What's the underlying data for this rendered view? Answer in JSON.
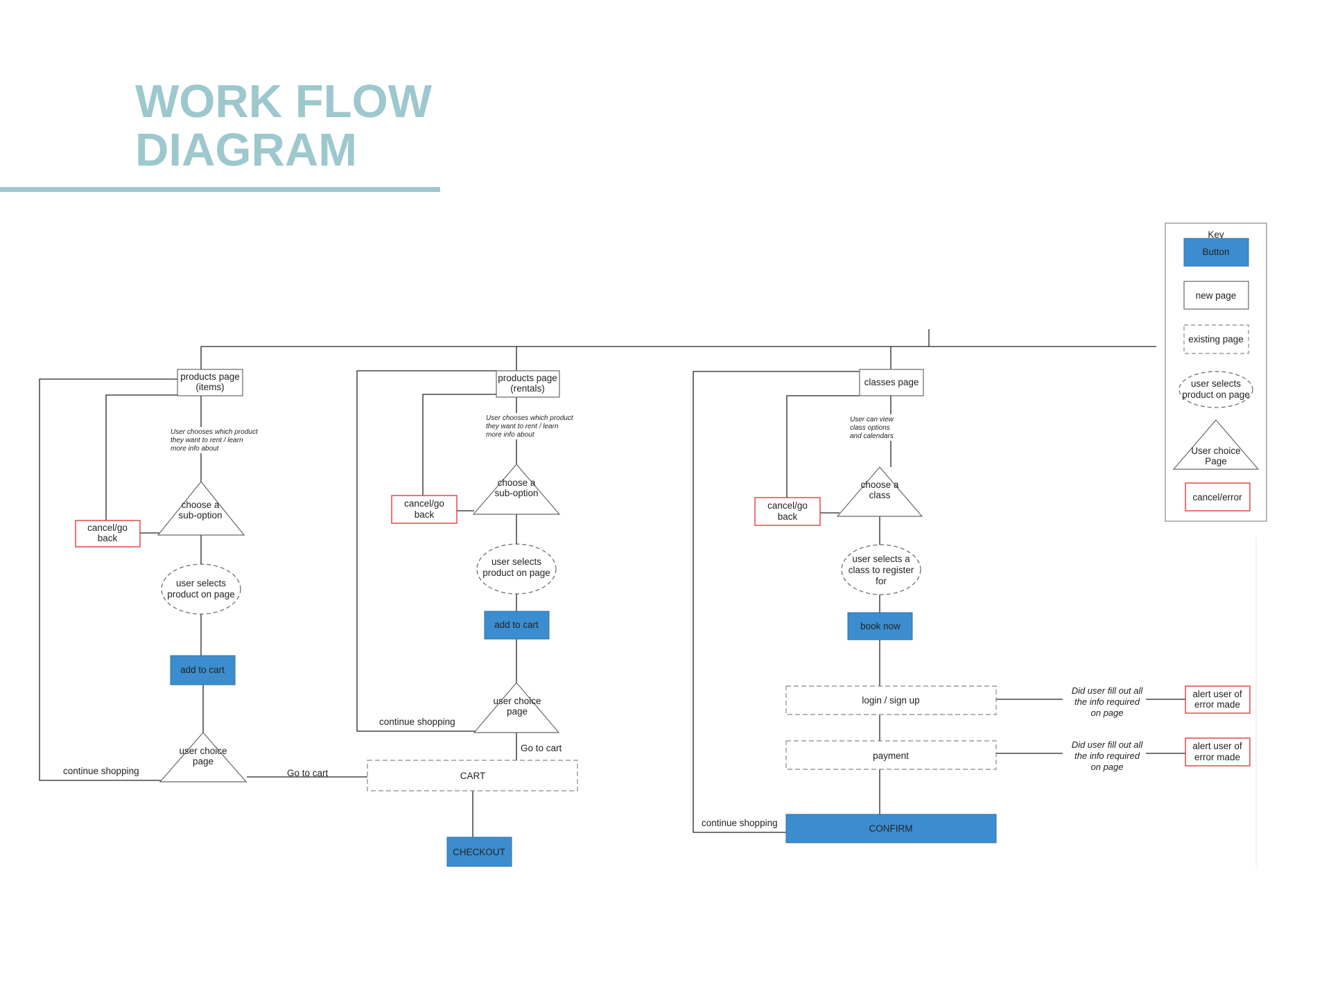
{
  "title": {
    "line1": "WORK FLOW",
    "line2": "DIAGRAM"
  },
  "colors": {
    "title": "#9dc8cd",
    "button_fill": "#3c8dcf",
    "button_stroke": "#2b6ea3",
    "error_stroke": "#e53a3a",
    "line": "#222222"
  },
  "key": {
    "heading": "Key",
    "button": "Button",
    "new_page": "new page",
    "existing_page": "existing page",
    "user_selects": [
      "user selects",
      "product on page"
    ],
    "user_choice": [
      "User choice",
      "Page"
    ],
    "cancel_error": "cancel/error"
  },
  "flow_items": {
    "products_page": [
      "products page",
      "(items)"
    ],
    "note": [
      "User chooses which product",
      "they want to rent / learn",
      "more info about"
    ],
    "choose": [
      "choose a",
      "sub-option"
    ],
    "cancel": [
      "cancel/go",
      "back"
    ],
    "select": [
      "user selects",
      "product on page"
    ],
    "add": "add to cart",
    "choice": [
      "user choice",
      "page"
    ],
    "continue": "continue shopping",
    "go_cart": "Go to cart"
  },
  "flow_rentals": {
    "products_page": [
      "products page",
      "(rentals)"
    ],
    "note": [
      "User chooses which product",
      "they want to rent / learn",
      "more info about"
    ],
    "choose": [
      "choose a",
      "sub-option"
    ],
    "cancel": [
      "cancel/go",
      "back"
    ],
    "select": [
      "user selects",
      "product on page"
    ],
    "add": "add to cart",
    "choice": [
      "user choice",
      "page"
    ],
    "continue": "continue shopping",
    "go_cart": "Go to cart"
  },
  "cart": {
    "label": "CART",
    "checkout": "CHECKOUT"
  },
  "flow_classes": {
    "classes_page": "classes page",
    "note": [
      "User can view",
      "class options",
      "and calendars"
    ],
    "choose": [
      "choose a",
      "class"
    ],
    "cancel": [
      "cancel/go",
      "back"
    ],
    "select": [
      "user selects a",
      "class to register",
      "for"
    ],
    "book": "book now",
    "login": "login / sign up",
    "payment": "payment",
    "confirm": "CONFIRM",
    "continue": "continue shopping",
    "question": [
      "Did user fill out all",
      "the info required",
      "on page"
    ],
    "alert": [
      "alert user of",
      "error made"
    ]
  }
}
